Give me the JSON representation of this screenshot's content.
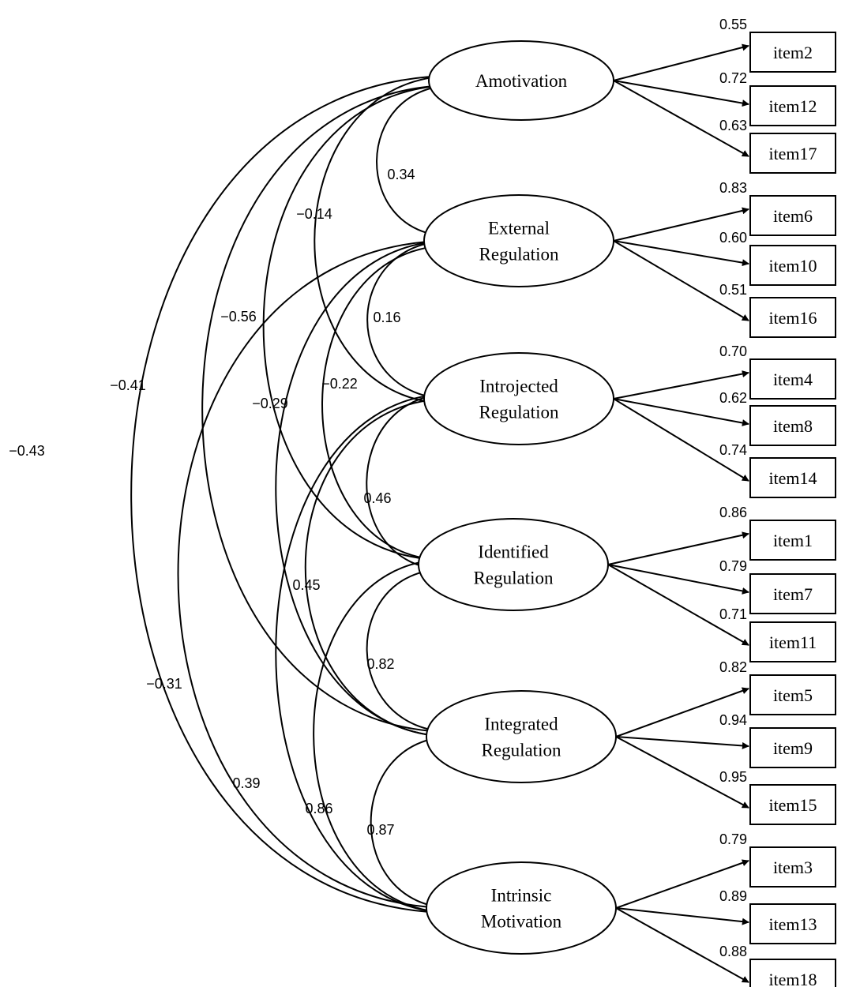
{
  "factors": [
    {
      "id": "amot",
      "lines": [
        "Amotivation"
      ]
    },
    {
      "id": "ext",
      "lines": [
        "External",
        "Regulation"
      ]
    },
    {
      "id": "intro",
      "lines": [
        "Introjected",
        "Regulation"
      ]
    },
    {
      "id": "iden",
      "lines": [
        "Identified",
        "Regulation"
      ]
    },
    {
      "id": "integ",
      "lines": [
        "Integrated",
        "Regulation"
      ]
    },
    {
      "id": "intr",
      "lines": [
        "Intrinsic",
        "Motivation"
      ]
    }
  ],
  "loadings": [
    {
      "factor": "amot",
      "items": [
        {
          "label": "item2",
          "value": "0.55"
        },
        {
          "label": "item12",
          "value": "0.72"
        },
        {
          "label": "item17",
          "value": "0.63"
        }
      ]
    },
    {
      "factor": "ext",
      "items": [
        {
          "label": "item6",
          "value": "0.83"
        },
        {
          "label": "item10",
          "value": "0.60"
        },
        {
          "label": "item16",
          "value": "0.51"
        }
      ]
    },
    {
      "factor": "intro",
      "items": [
        {
          "label": "item4",
          "value": "0.70"
        },
        {
          "label": "item8",
          "value": "0.62"
        },
        {
          "label": "item14",
          "value": "0.74"
        }
      ]
    },
    {
      "factor": "iden",
      "items": [
        {
          "label": "item1",
          "value": "0.86"
        },
        {
          "label": "item7",
          "value": "0.79"
        },
        {
          "label": "item11",
          "value": "0.71"
        }
      ]
    },
    {
      "factor": "integ",
      "items": [
        {
          "label": "item5",
          "value": "0.82"
        },
        {
          "label": "item9",
          "value": "0.94"
        },
        {
          "label": "item15",
          "value": "0.95"
        }
      ]
    },
    {
      "factor": "intr",
      "items": [
        {
          "label": "item3",
          "value": "0.79"
        },
        {
          "label": "item13",
          "value": "0.89"
        },
        {
          "label": "item18",
          "value": "0.88"
        }
      ]
    }
  ],
  "correlations": [
    {
      "from": "amot",
      "to": "ext",
      "value": "0.34"
    },
    {
      "from": "ext",
      "to": "intro",
      "value": "0.16"
    },
    {
      "from": "intro",
      "to": "iden",
      "value": "0.46"
    },
    {
      "from": "iden",
      "to": "integ",
      "value": "0.82"
    },
    {
      "from": "integ",
      "to": "intr",
      "value": "0.87"
    },
    {
      "from": "amot",
      "to": "intro",
      "value": "−0.14"
    },
    {
      "from": "ext",
      "to": "iden",
      "value": "−0.22"
    },
    {
      "from": "intro",
      "to": "integ",
      "value": "0.45"
    },
    {
      "from": "iden",
      "to": "intr",
      "value": "0.86"
    },
    {
      "from": "amot",
      "to": "iden",
      "value": "−0.56"
    },
    {
      "from": "ext",
      "to": "integ",
      "value": "−0.29"
    },
    {
      "from": "intro",
      "to": "intr",
      "value": "0.39"
    },
    {
      "from": "amot",
      "to": "integ",
      "value": "−0.41"
    },
    {
      "from": "ext",
      "to": "intr",
      "value": "−0.31"
    },
    {
      "from": "amot",
      "to": "intr",
      "value": "−0.43"
    }
  ]
}
